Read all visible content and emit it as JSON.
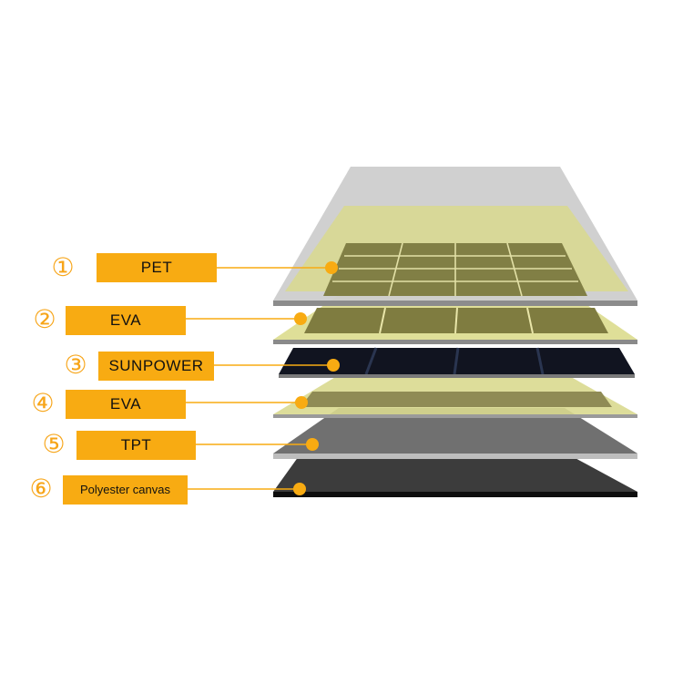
{
  "layers": [
    {
      "number": "①",
      "label": "PET"
    },
    {
      "number": "②",
      "label": "EVA"
    },
    {
      "number": "③",
      "label": "SUNPOWER"
    },
    {
      "number": "④",
      "label": "EVA"
    },
    {
      "number": "⑤",
      "label": "TPT"
    },
    {
      "number": "⑥",
      "label": "Polyester canvas"
    }
  ],
  "colors": {
    "accent": "#f8ab12",
    "pet_film": "#c8c8c8",
    "eva_film": "#d8d88a",
    "solar_cell": "#111520",
    "tpt": "#6e6e6e",
    "canvas": "#3d3d3d"
  }
}
